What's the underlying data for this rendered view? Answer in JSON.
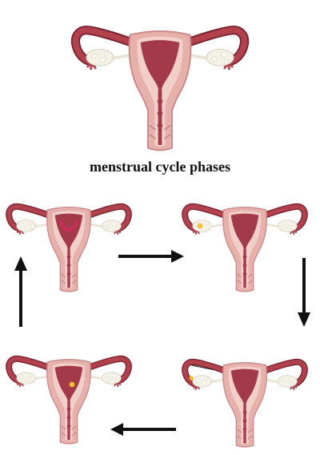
{
  "title": "menstrual cycle phases",
  "colors": {
    "tube": "#b2414e",
    "tube_dark": "#7a2330",
    "uterus_outer": "#e7b1ab",
    "uterus_inner": "#f3cfc9",
    "cavity": "#a23a4a",
    "ovary": "#f4f1e6",
    "arrow": "#111111",
    "ovum": "#f2c12e"
  },
  "phases": [
    {
      "id": "phase-1",
      "lining": "shedding",
      "ovum": "none"
    },
    {
      "id": "phase-2",
      "lining": "thin",
      "ovum": "ovary"
    },
    {
      "id": "phase-3",
      "lining": "thick",
      "ovum": "tube"
    },
    {
      "id": "phase-4",
      "lining": "thick",
      "ovum": "uterus"
    }
  ],
  "arrows": [
    "right",
    "down",
    "left",
    "up"
  ]
}
